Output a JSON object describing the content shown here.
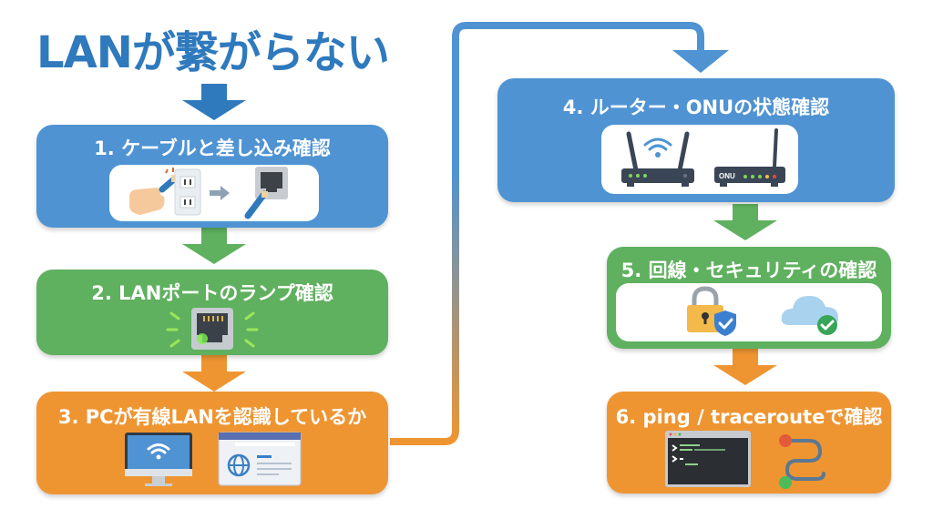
{
  "title": "LANが繋がらない",
  "steps": [
    {
      "number": 1,
      "label": "1. ケーブルと差し込み確認",
      "color": "#4f93d3",
      "icons": [
        "hand-plugging-cable-icon",
        "wall-outlet-icon",
        "arrow-right-icon",
        "lan-port-with-cable-icon"
      ]
    },
    {
      "number": 2,
      "label": "2. LANポートのランプ確認",
      "color": "#5fb05f",
      "icons": [
        "lan-port-lit-icon"
      ]
    },
    {
      "number": 3,
      "label": "3. PCが有線LANを認識しているか",
      "color": "#ee9532",
      "icons": [
        "monitor-wifi-icon",
        "browser-globe-icon"
      ]
    },
    {
      "number": 4,
      "label": "4. ルーター・ONUの状態確認",
      "color": "#4f93d3",
      "icons": [
        "wifi-router-icon",
        "onu-device-icon"
      ],
      "onu_label": "ONU"
    },
    {
      "number": 5,
      "label": "5. 回線・セキュリティの確認",
      "color": "#5fb05f",
      "icons": [
        "lock-shield-check-icon",
        "cloud-check-icon"
      ]
    },
    {
      "number": 6,
      "label": "6. ping / tracerouteで確認",
      "color": "#ee9532",
      "icons": [
        "terminal-icon",
        "route-path-icon"
      ]
    }
  ],
  "colors": {
    "title": "#2f79bd",
    "blue": "#4f93d3",
    "green": "#5fb05f",
    "orange": "#ee9532",
    "arrow_blue": "#2f79bd"
  }
}
